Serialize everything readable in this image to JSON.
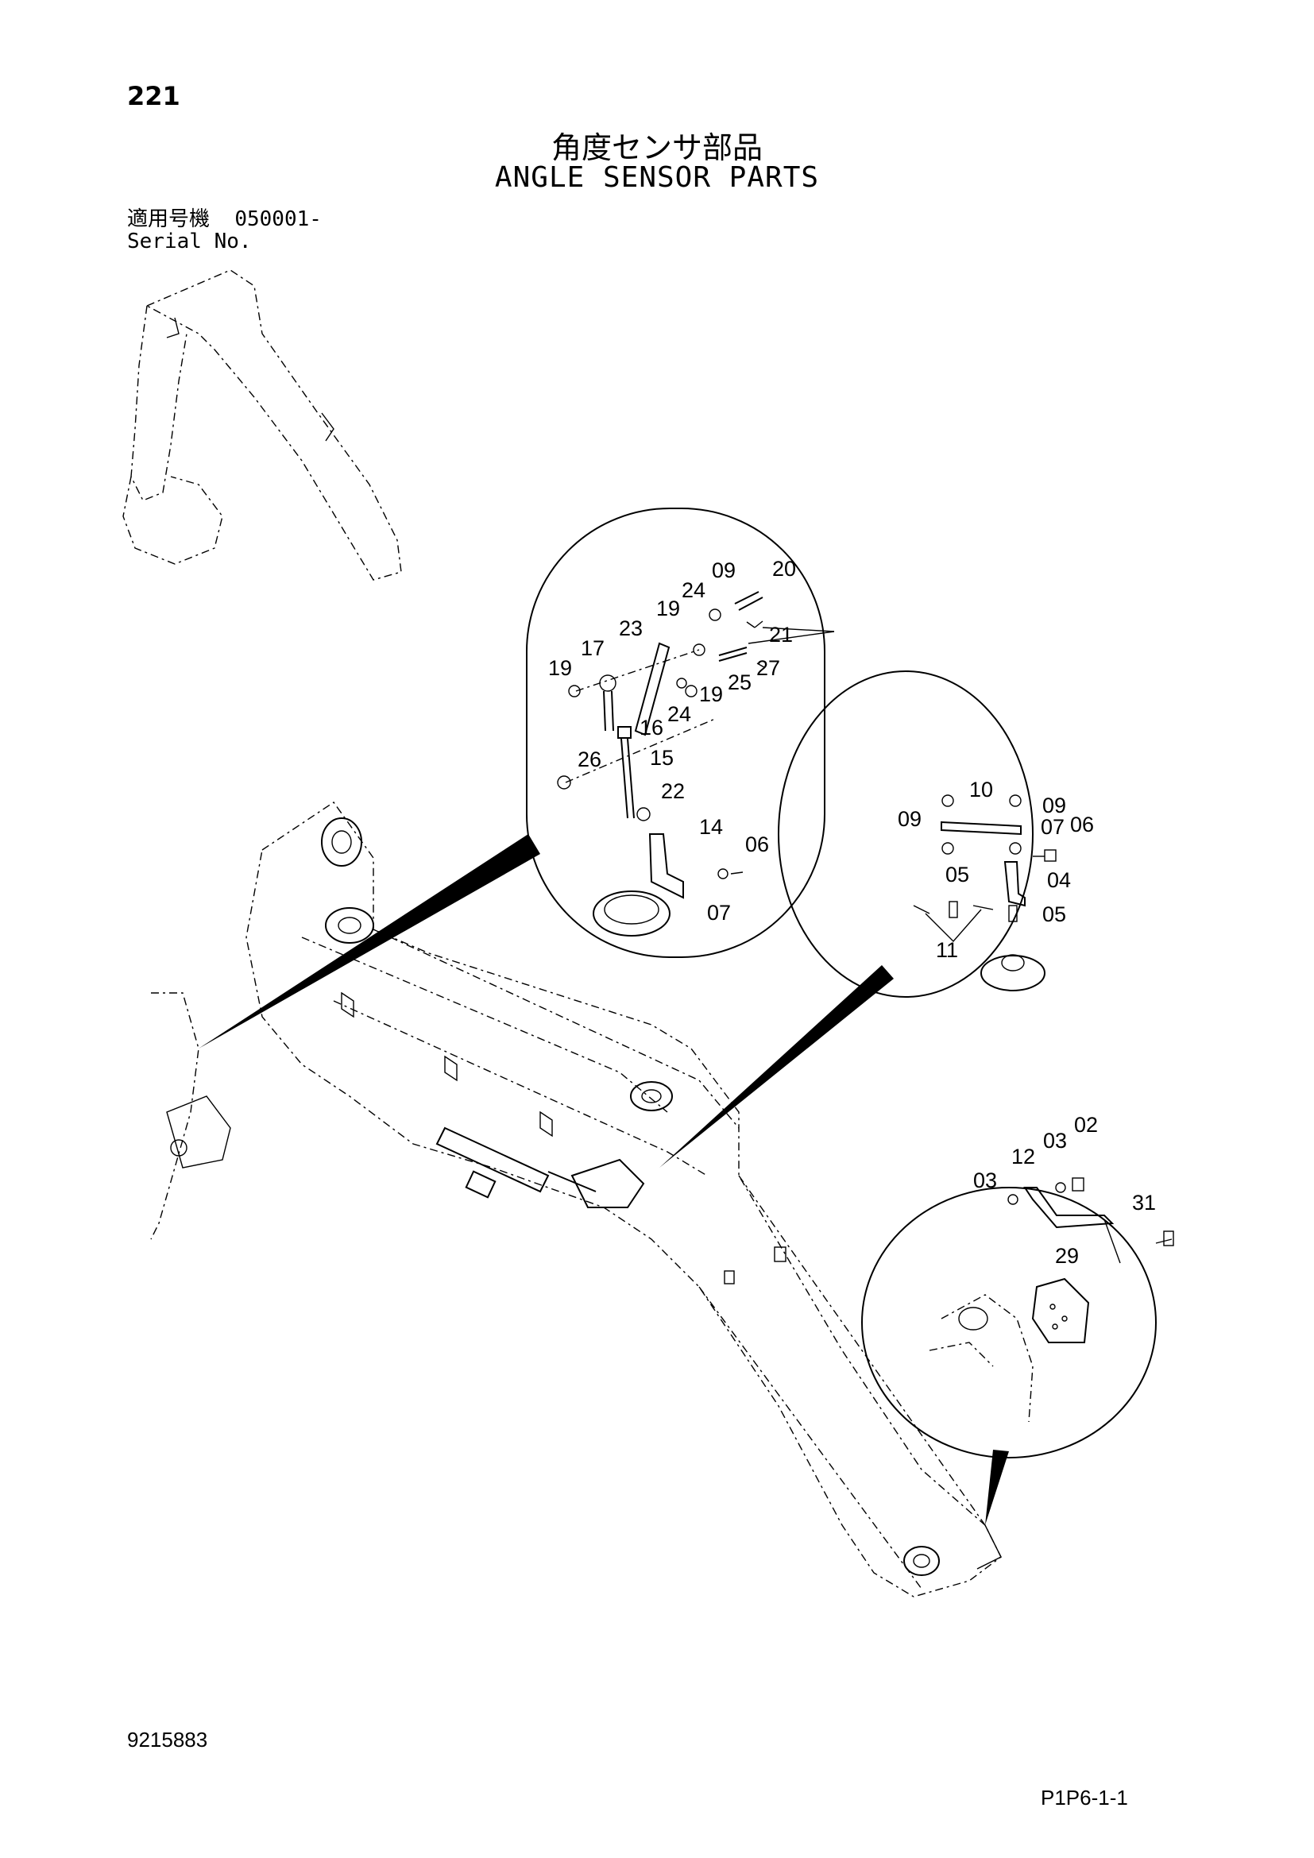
{
  "page_number": "221",
  "title_jp": "角度センサ部品",
  "title_en": "ANGLE SENSOR PARTS",
  "serial": {
    "label_jp": "適用号機",
    "range": "050001-",
    "label_en": "Serial No."
  },
  "document_number": "9215883",
  "page_code": "P1P6-1-1",
  "callouts": {
    "detail_a": [
      "09",
      "20",
      "24",
      "19",
      "21",
      "23",
      "17",
      "19",
      "27",
      "25",
      "19",
      "24",
      "16",
      "26",
      "15",
      "22",
      "14",
      "06",
      "07"
    ],
    "detail_b": [
      "10",
      "09",
      "09",
      "07",
      "06",
      "04",
      "05",
      "05",
      "11"
    ],
    "detail_c": [
      "02",
      "03",
      "12",
      "03",
      "31",
      "29"
    ]
  }
}
